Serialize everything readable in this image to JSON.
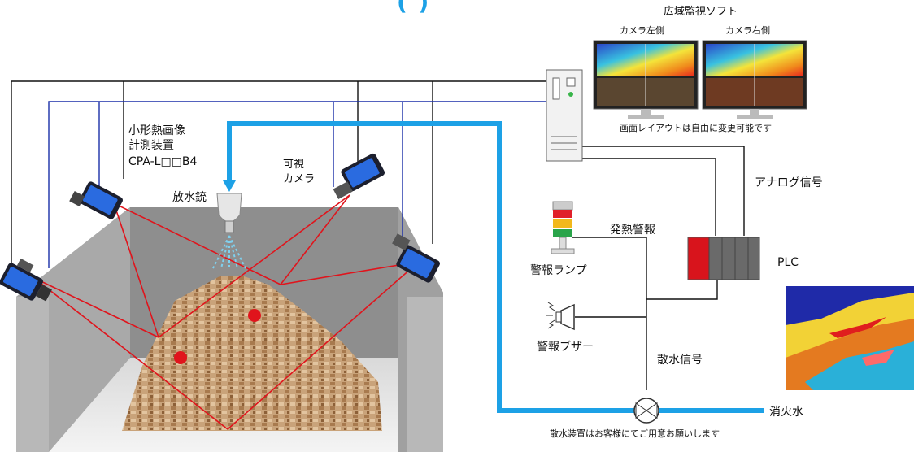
{
  "header": {
    "title_fragment": "(   )"
  },
  "monitor": {
    "title": "広域監視ソフト",
    "left_label": "カメラ左側",
    "right_label": "カメラ右側",
    "note": "画面レイアウトは自由に変更可能です"
  },
  "labels": {
    "thermal_device_1": "小形熱画像",
    "thermal_device_2": "計測装置",
    "thermal_device_3": "CPA-L□□B4",
    "visible_camera_1": "可視",
    "visible_camera_2": "カメラ",
    "water_cannon": "放水銃",
    "analog_signal": "アナログ信号",
    "heat_alarm": "発熱警報",
    "plc": "PLC",
    "alarm_lamp": "警報ランプ",
    "alarm_buzzer": "警報ブザー",
    "sprinkle_signal": "散水信号",
    "fire_water": "消火水",
    "sprinkler_note": "散水装置はお客様にてご用意お願いします"
  },
  "colors": {
    "pipe_blue": "#1da1e6",
    "signal_blue": "#1a2fa8",
    "laser_red": "#e0141c",
    "wall_gray": "#9a9a9a",
    "lamp_red": "#e0202a",
    "lamp_yellow": "#f2b81c",
    "lamp_green": "#2aa44a"
  }
}
